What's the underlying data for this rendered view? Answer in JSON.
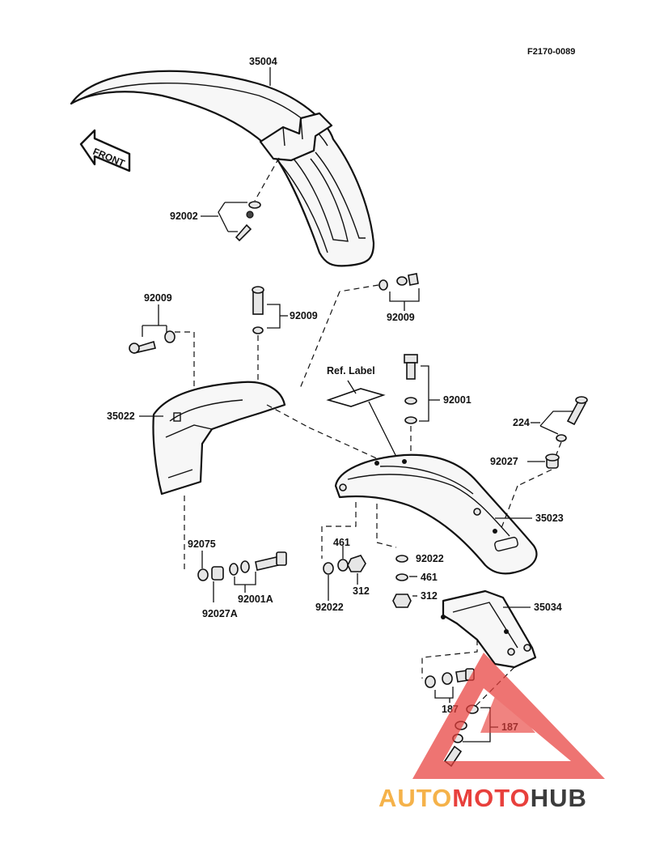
{
  "diagram_code": "F2170-0089",
  "front_arrow_text": "FRONT",
  "ref_label_text": "Ref. Label",
  "labels": {
    "front_fender": "35004",
    "front_fender_bolt_set": "92002",
    "bolt_left": "92009",
    "bolt_center": "92009",
    "bolt_right": "92009",
    "rear_fender_front": "35022",
    "bolt_rear_center": "92001",
    "rear_fender": "35023",
    "washer_224": "224",
    "collar_92027": "92027",
    "spacer_92075": "92075",
    "collar_92027a": "92027A",
    "bolt_92001a": "92001A",
    "washer_461_left": "461",
    "nut_312_left": "312",
    "washer_92022_left": "92022",
    "washer_92022_right": "92022",
    "washer_461_right": "461",
    "nut_312_right": "312",
    "rear_flap": "35034",
    "part_187_lower_left": "187",
    "part_187_right": "187"
  },
  "watermark": {
    "part1": "AUTO",
    "part2": "MOTO",
    "part3": "HUB",
    "color1": "#f5b24a",
    "color2": "#e8403c",
    "color3": "#3c3c3c"
  }
}
